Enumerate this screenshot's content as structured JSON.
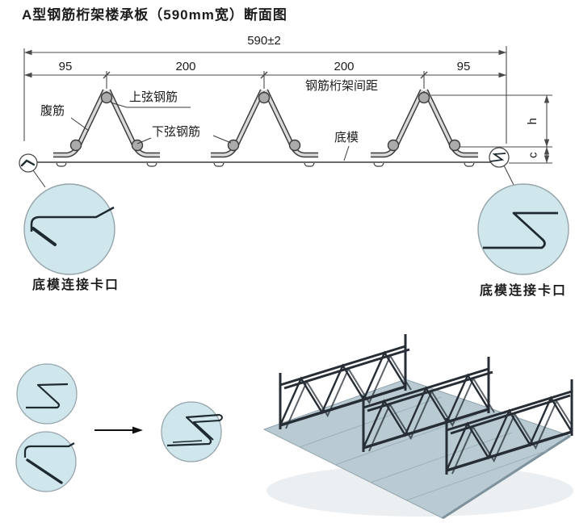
{
  "title": "A型钢筋桁架楼承板（590mm宽）断面图",
  "section_view": {
    "overall_width_dim": "590±2",
    "segment_dims": [
      "95",
      "200",
      "200",
      "95"
    ],
    "labels": {
      "web_rebar": "腹筋",
      "top_chord_rebar": "上弦钢筋",
      "bottom_chord_rebar": "下弦钢筋",
      "truss_spacing": "钢筋桁架间距",
      "bottom_deck": "底模",
      "truss_height": "h",
      "deck_lip_height": "c"
    },
    "detail_callouts": {
      "left_label": "底模连接卡口",
      "right_label": "底模连接卡口"
    }
  },
  "icons": {
    "left_small_detail": "hook-clip-icon",
    "right_small_detail": "s-clip-icon",
    "assembly_arrow": "arrow-right-icon",
    "assembly_result": "interlocked-clip-icon",
    "photo": "truss-deck-3d-illustration"
  },
  "colors": {
    "callout_fill": "#cfe7ec",
    "callout_stroke": "#95a4aa",
    "line": "#3a3a3a",
    "web_steel": "#d9d9d9",
    "rebar_fill": "#ababab",
    "sheet_3d": "#b9cad2",
    "truss_3d": "#272d35"
  }
}
